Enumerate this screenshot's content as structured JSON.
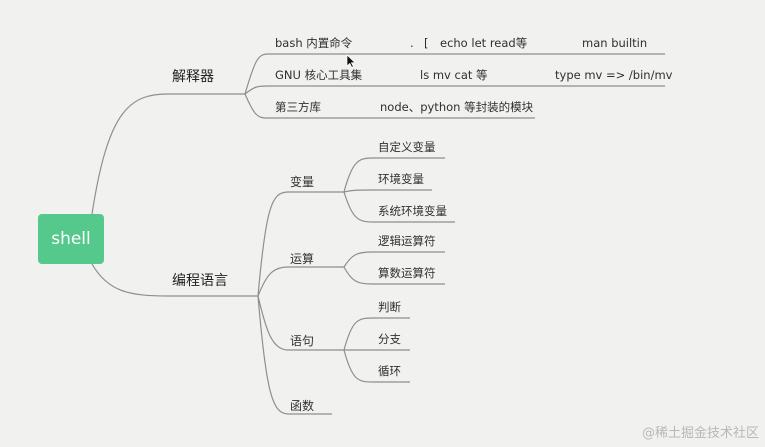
{
  "root": {
    "label": "shell"
  },
  "colors": {
    "root_fill": "#55c98c",
    "line": "#8e8e8e",
    "background": "#f1f1ef"
  },
  "interpreter": {
    "label": "解释器",
    "items": [
      {
        "label": "bash 内置命令",
        "detail_dot": ".",
        "detail_bracket": "[",
        "detail_cmds": "echo   let   read等",
        "detail_right": "man builtin"
      },
      {
        "label": "GNU 核心工具集",
        "detail": "ls    mv   cat  等",
        "detail_right": "type mv =>  /bin/mv"
      },
      {
        "label": "第三方库",
        "detail": "node、python 等封装的模块"
      }
    ]
  },
  "programming": {
    "label": "编程语言",
    "groups": [
      {
        "label": "变量",
        "children": [
          "自定义变量",
          "环境变量",
          "系统环境变量"
        ]
      },
      {
        "label": "运算",
        "children": [
          "逻辑运算符",
          "算数运算符"
        ]
      },
      {
        "label": "语句",
        "children": [
          "判断",
          "分支",
          "循环"
        ]
      },
      {
        "label": "函数",
        "children": []
      }
    ]
  },
  "watermark": "@稀土掘金技术社区"
}
